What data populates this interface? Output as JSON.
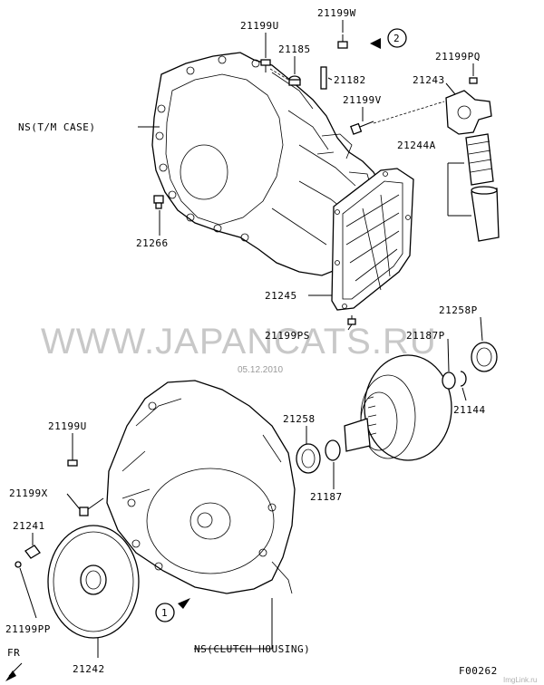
{
  "watermark": "WWW.JAPANCATS.RU",
  "date": "05.12.2010",
  "figure_code": "F00262",
  "credit": "ImgLink.ru",
  "direction": "FR",
  "callouts": {
    "c1": "1",
    "c2": "2"
  },
  "labels": {
    "tm_case": "NS(T/M CASE)",
    "clutch_housing": "NS(CLUTCH HOUSING)",
    "p21199U_top": "21199U",
    "p21199W": "21199W",
    "p21185": "21185",
    "p21182": "21182",
    "p21199PQ": "21199PQ",
    "p21243": "21243",
    "p21199V": "21199V",
    "p21244A": "21244A",
    "p21266": "21266",
    "p21245": "21245",
    "p21199PS": "21199PS",
    "p21258P": "21258P",
    "p21187P": "21187P",
    "p21144": "21144",
    "p21258": "21258",
    "p21187": "21187",
    "p21199U_bot": "21199U",
    "p21199X": "21199X",
    "p21241": "21241",
    "p21199PP": "21199PP",
    "p21242": "21242"
  }
}
